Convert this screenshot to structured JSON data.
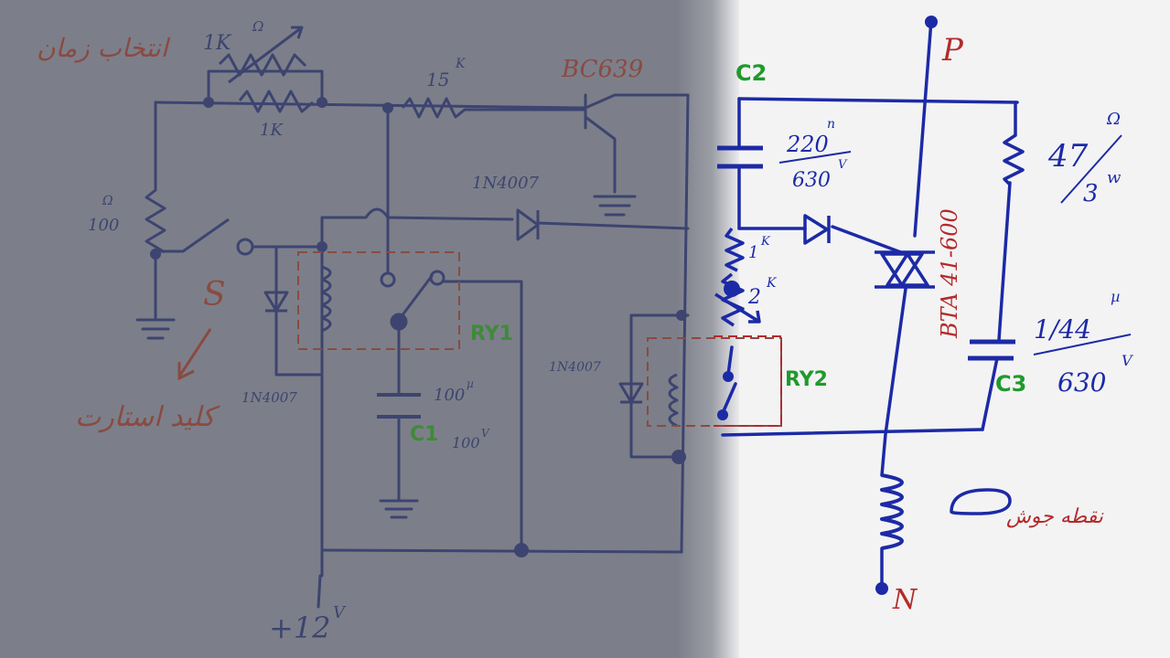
{
  "colors": {
    "paper_shadow": "#7c7f89",
    "paper_light": "#f3f3f4",
    "ink_blue": "#1c2aa6",
    "ink_red": "#b32b2b",
    "label_green": "#1f9a2b",
    "dim_ink": "#3d4470",
    "dim_red": "#8a4a42",
    "dim_green": "#3f8a3a"
  },
  "left": {
    "title_persian": "انتخاب زمان",
    "pot_value": "1K",
    "pot_unit": "Ω",
    "fixed_1k": "1K",
    "r15k": "15",
    "r15k_sup": "K",
    "transistor": "BC639",
    "diode_top": "1N4007",
    "r100": "100",
    "r100_unit": "Ω",
    "switch_label": "S",
    "start_key_persian": "کلید استارت",
    "diode_left": "1N4007",
    "relay1": "RY1",
    "c1_value": "100",
    "c1_unit": "µ",
    "c1_name": "C1",
    "c1_voltage": "100",
    "c1_voltage_unit": "V",
    "supply": "+12",
    "supply_unit": "V",
    "diode_right": "1N4007"
  },
  "right": {
    "phase": "P",
    "neutral": "N",
    "c2_name": "C2",
    "c2_value": "220",
    "c2_value_unit": "n",
    "c2_voltage": "630",
    "c2_voltage_unit": "V",
    "r47_value": "47",
    "r47_unit": "Ω",
    "r47_power": "3",
    "r47_power_unit": "w",
    "r1k": "1",
    "r1k_unit": "K",
    "r2k": "2",
    "r2k_unit": "K",
    "triac": "BTA 41-600",
    "relay2": "RY2",
    "c3_value": "1/44",
    "c3_value_unit": "µ",
    "c3_voltage": "630",
    "c3_voltage_unit": "V",
    "c3_name": "C3",
    "coil_persian": "نقطه جوش"
  }
}
